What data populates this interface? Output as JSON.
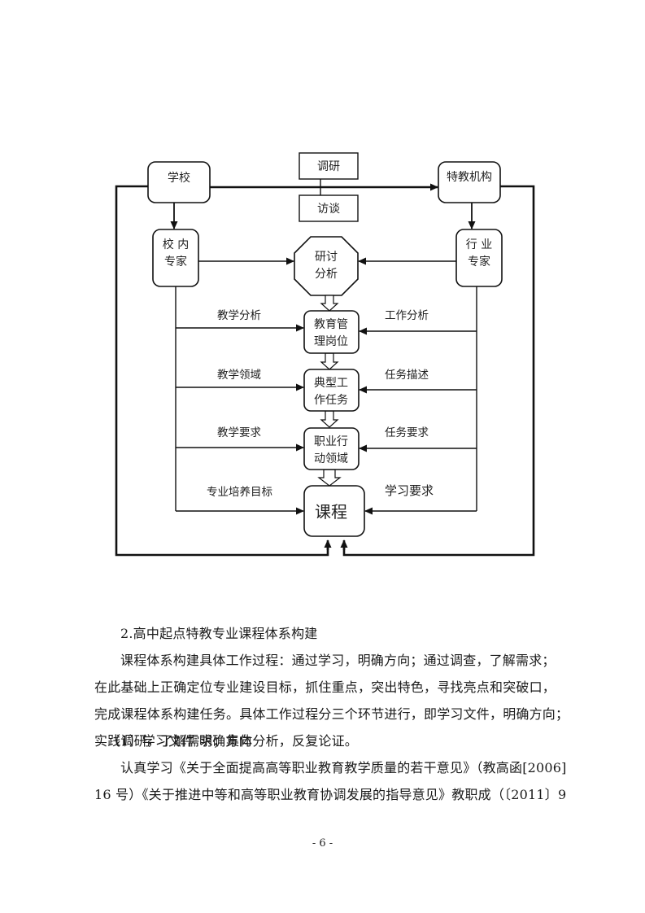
{
  "diagram": {
    "boxes": {
      "school": "学校",
      "special_institution": "特教机构",
      "research": "调研",
      "interview": "访谈",
      "school_experts_line1": "校 内",
      "school_experts_line2": "专家",
      "industry_experts_line1": "行 业",
      "industry_experts_line2": "专家",
      "discussion_line1": "研讨",
      "discussion_line2": "分析",
      "position_line1": "教育管",
      "position_line2": "理岗位",
      "typical_task_line1": "典型工",
      "typical_task_line2": "作任务",
      "action_field_line1": "职业行",
      "action_field_line2": "动领域",
      "course": "课程"
    },
    "left_labels": [
      "教学分析",
      "教学领域",
      "教学要求",
      "专业培养目标"
    ],
    "right_labels": [
      "工作分析",
      "任务描述",
      "任务要求",
      "学习要求"
    ]
  },
  "text": {
    "heading": "2.高中起点特教专业课程体系构建",
    "paragraph1_lines": [
      "课程体系构建具体工作过程：通过学习，明确方向；通过调查，了解需求；",
      "在此基础上正确定位专业建设目标，抓住重点，突出特色，寻找亮点和突破口，",
      "完成课程体系构建任务。具体工作过程分三个环节进行，即学习文件，明确方向；",
      "实践调研，了解需求；集体分析，反复论证。"
    ],
    "subheading": "（1）学习文件  明确方向",
    "paragraph2_lines": [
      "认真学习《关于全面提高高等职业教育教学质量的若干意见》（教高函[2006]",
      "16 号）《关于推进中等和高等职业教育协调发展的指导意见》教职成（〔2011〕9"
    ]
  },
  "page_number": "- 6 -"
}
